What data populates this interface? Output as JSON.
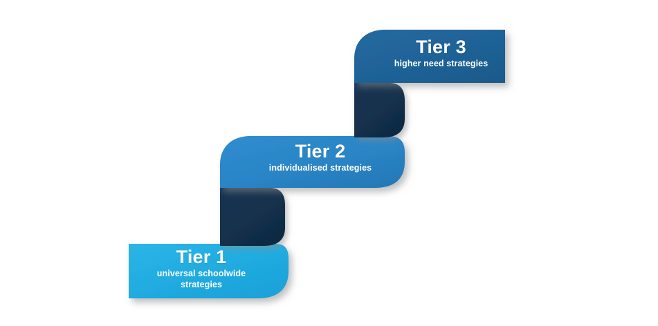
{
  "diagram": {
    "name": "three-tier-support-staircase",
    "background_color": "#ffffff",
    "colors": {
      "tier1_blue": "#20ABE0",
      "tier2_blue": "#2A85C6",
      "tier3_blue": "#1F6398",
      "connector_navy": "#13304C",
      "text": "#ffffff",
      "shadow": "rgba(120,120,120,0.45)"
    },
    "tiers": [
      {
        "id": "tier-1",
        "title": "Tier 1",
        "subtitle": "universal schoolwide strategies",
        "subtitle_line_1": "universal schoolwide",
        "subtitle_line_2": "strategies",
        "color": "#20ABE0",
        "level": 1
      },
      {
        "id": "tier-2",
        "title": "Tier 2",
        "subtitle": "individualised strategies",
        "subtitle_line_1": "individualised strategies",
        "subtitle_line_2": "",
        "color": "#2A85C6",
        "level": 2
      },
      {
        "id": "tier-3",
        "title": "Tier 3",
        "subtitle": "higher need strategies",
        "subtitle_line_1": "higher need strategies",
        "subtitle_line_2": "",
        "color": "#1F6398",
        "level": 3
      }
    ],
    "connectors": [
      {
        "id": "connector-1-2",
        "from": "tier-1",
        "to": "tier-2",
        "color": "#13304C"
      },
      {
        "id": "connector-2-3",
        "from": "tier-2",
        "to": "tier-3",
        "color": "#13304C"
      }
    ]
  }
}
